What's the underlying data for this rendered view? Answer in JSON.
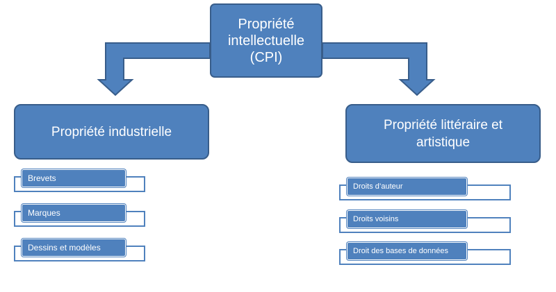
{
  "diagram": {
    "root": {
      "line1": "Propriété",
      "line2": "intellectuelle",
      "line3": "(CPI)"
    },
    "left": {
      "title": "Propriété industrielle",
      "items": [
        "Brevets",
        "Marques",
        "Dessins et modèles"
      ]
    },
    "right": {
      "title_line1": "Propriété littéraire et",
      "title_line2": "artistique",
      "items": [
        "Droits d’auteur",
        "Droits voisins",
        "Droit des bases de données"
      ]
    },
    "colors": {
      "fill": "#4f81bd",
      "border": "#385d8a",
      "text": "#ffffff"
    }
  }
}
